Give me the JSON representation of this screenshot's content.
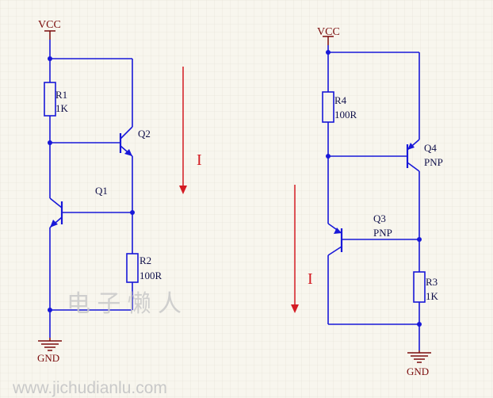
{
  "colors": {
    "background": "#f8f6ee",
    "grid": "#e2dfd2",
    "wire": "#1818d8",
    "net_label": "#7a0b0b",
    "current": "#d41c24",
    "watermark": "#c9c9c9",
    "text": "#10104a"
  },
  "left_circuit": {
    "vcc_label": "VCC",
    "gnd_label": "GND",
    "r1_name": "R1",
    "r1_value": "1K",
    "r2_name": "R2",
    "r2_value": "100R",
    "q1_name": "Q1",
    "q2_name": "Q2",
    "current_label": "I"
  },
  "right_circuit": {
    "vcc_label": "VCC",
    "gnd_label": "GND",
    "r3_name": "R3",
    "r3_value": "1K",
    "r4_name": "R4",
    "r4_value": "100R",
    "q3_name": "Q3",
    "q3_type": "PNP",
    "q4_name": "Q4",
    "q4_type": "PNP",
    "current_label": "I"
  },
  "watermark": {
    "chinese": "电 子 懒 人",
    "url": "www.jichudianlu.com"
  }
}
